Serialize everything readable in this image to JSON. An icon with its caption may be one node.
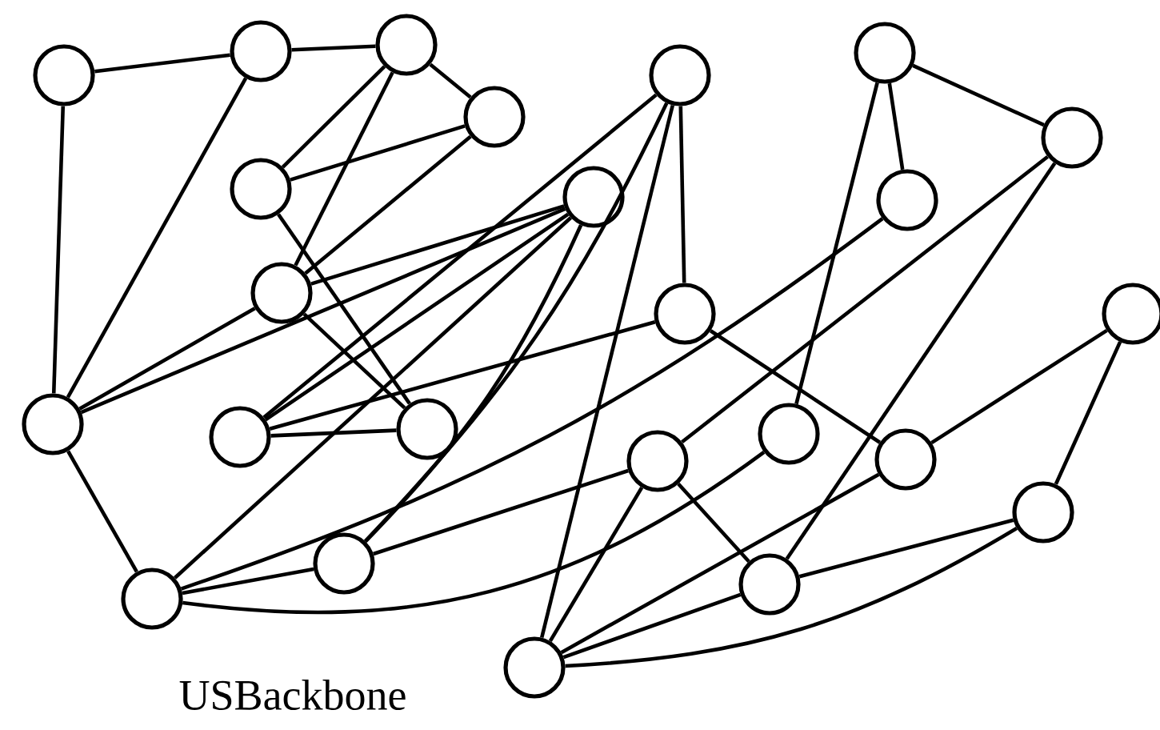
{
  "diagram": {
    "nodes": [
      {
        "text": [],
        "shape": "circle"
      },
      {
        "text": [],
        "shape": "circle"
      },
      {
        "text": [],
        "shape": "circle"
      },
      {
        "text": [],
        "shape": "circle"
      },
      {
        "text": [],
        "shape": "circle"
      },
      {
        "text": [],
        "shape": "circle"
      },
      {
        "text": [],
        "shape": "circle"
      },
      {
        "text": [],
        "shape": "circle"
      },
      {
        "text": [],
        "shape": "circle"
      },
      {
        "text": [],
        "shape": "circle"
      },
      {
        "text": [],
        "shape": "circle"
      },
      {
        "text": [],
        "shape": "circle"
      },
      {
        "text": [],
        "shape": "circle"
      },
      {
        "text": [],
        "shape": "circle"
      },
      {
        "text": [],
        "shape": "circle"
      },
      {
        "text": [],
        "shape": "circle"
      },
      {
        "text": [],
        "shape": "circle"
      },
      {
        "text": [],
        "shape": "circle"
      },
      {
        "text": [],
        "shape": "circle"
      },
      {
        "text": [],
        "shape": "circle"
      },
      {
        "text": [],
        "shape": "circle"
      },
      {
        "text": [],
        "shape": "circle"
      },
      {
        "text": [],
        "shape": "circle"
      },
      {
        "text": [],
        "shape": "circle"
      }
    ],
    "edges": [
      {
        "from": 0,
        "to": 1,
        "arrow": "none"
      },
      {
        "from": 0,
        "to": 13,
        "arrow": "none"
      },
      {
        "from": 1,
        "to": 2,
        "arrow": "none"
      },
      {
        "from": 1,
        "to": 13,
        "arrow": "none"
      },
      {
        "from": 2,
        "to": 3,
        "arrow": "none"
      },
      {
        "from": 2,
        "to": 7,
        "arrow": "none"
      },
      {
        "from": 2,
        "to": 10,
        "arrow": "none"
      },
      {
        "from": 3,
        "to": 7,
        "arrow": "none"
      },
      {
        "from": 3,
        "to": 10,
        "arrow": "none"
      },
      {
        "from": 7,
        "to": 15,
        "arrow": "none"
      },
      {
        "from": 10,
        "to": 15,
        "arrow": "none"
      },
      {
        "from": 10,
        "to": 8,
        "arrow": "none"
      },
      {
        "from": 10,
        "to": 13,
        "arrow": "none"
      },
      {
        "from": 13,
        "to": 8,
        "arrow": "none"
      },
      {
        "from": 13,
        "to": 21,
        "arrow": "none"
      },
      {
        "from": 4,
        "to": 14,
        "arrow": "none"
      },
      {
        "from": 4,
        "to": 11,
        "arrow": "none"
      },
      {
        "from": 4,
        "to": 23,
        "arrow": "none"
      },
      {
        "from": 4,
        "to": 20,
        "arrow": "none"
      },
      {
        "from": 8,
        "to": 14,
        "arrow": "none"
      },
      {
        "from": 8,
        "to": 21,
        "arrow": "none"
      },
      {
        "from": 8,
        "to": 20,
        "arrow": "none"
      },
      {
        "from": 14,
        "to": 15,
        "arrow": "none"
      },
      {
        "from": 14,
        "to": 11,
        "arrow": "none"
      },
      {
        "from": 5,
        "to": 6,
        "arrow": "none"
      },
      {
        "from": 5,
        "to": 9,
        "arrow": "none"
      },
      {
        "from": 5,
        "to": 16,
        "arrow": "none"
      },
      {
        "from": 6,
        "to": 17,
        "arrow": "none"
      },
      {
        "from": 6,
        "to": 22,
        "arrow": "none"
      },
      {
        "from": 9,
        "to": 21,
        "arrow": "none"
      },
      {
        "from": 11,
        "to": 18,
        "arrow": "none"
      },
      {
        "from": 12,
        "to": 18,
        "arrow": "none"
      },
      {
        "from": 12,
        "to": 19,
        "arrow": "none"
      },
      {
        "from": 21,
        "to": 20,
        "arrow": "none"
      },
      {
        "from": 20,
        "to": 17,
        "arrow": "none"
      },
      {
        "from": 21,
        "to": 16,
        "arrow": "none"
      },
      {
        "from": 17,
        "to": 22,
        "arrow": "none"
      },
      {
        "from": 17,
        "to": 23,
        "arrow": "none"
      },
      {
        "from": 18,
        "to": 23,
        "arrow": "none"
      },
      {
        "from": 22,
        "to": 23,
        "arrow": "none"
      },
      {
        "from": 22,
        "to": 19,
        "arrow": "none"
      },
      {
        "from": 23,
        "to": 19,
        "arrow": "none"
      }
    ],
    "labels": [
      "USBackbone"
    ]
  }
}
